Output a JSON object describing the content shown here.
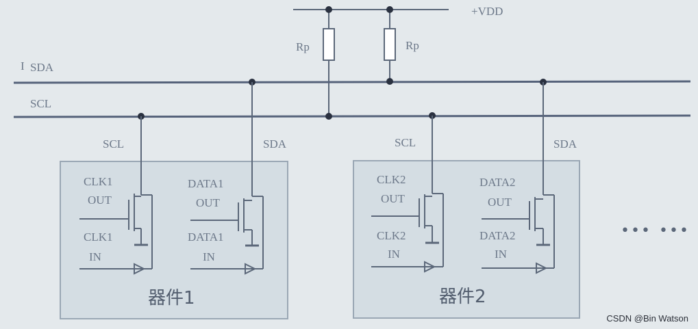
{
  "labels": {
    "vdd": "+VDD",
    "rp_left": "Rp",
    "rp_right": "Rp",
    "bus_sda": "SDA",
    "bus_scl": "SCL",
    "ellipsis_1": "•••",
    "ellipsis_2": "•••",
    "watermark": "CSDN @Bin Watson"
  },
  "devices": [
    {
      "title": "器件1",
      "scl_tap": "SCL",
      "sda_tap": "SDA",
      "clk_out": [
        "CLK1",
        "OUT"
      ],
      "clk_in": [
        "CLK1",
        "IN"
      ],
      "data_out": [
        "DATA1",
        "OUT"
      ],
      "data_in": [
        "DATA1",
        "IN"
      ]
    },
    {
      "title": "器件2",
      "scl_tap": "SCL",
      "sda_tap": "SDA",
      "clk_out": [
        "CLK2",
        "OUT"
      ],
      "clk_in": [
        "CLK2",
        "IN"
      ],
      "data_out": [
        "DATA2",
        "OUT"
      ],
      "data_in": [
        "DATA2",
        "IN"
      ]
    }
  ],
  "colors": {
    "background": "#e4e9ec",
    "wire": "#5b6779",
    "device_box": "#d4dde3",
    "label": "#6c7889"
  }
}
